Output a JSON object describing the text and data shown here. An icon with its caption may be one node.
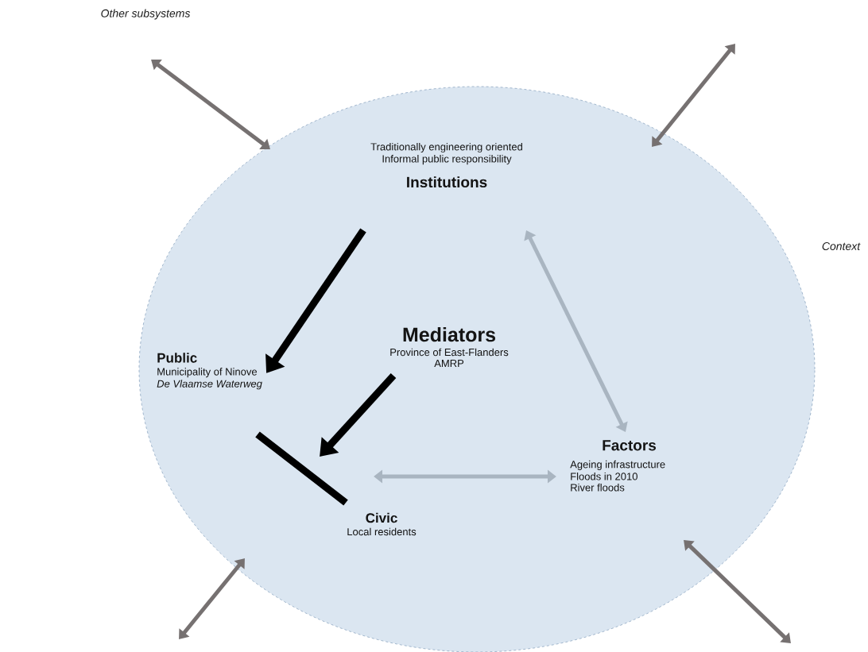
{
  "diagram": {
    "nodes": [
      {
        "text": [],
        "shape": "circle"
      },
      {
        "text": [
          "Traditionally engineering oriented",
          "Informal public responsibility",
          "Institutions"
        ],
        "in": 0
      },
      {
        "text": [
          "Mediators",
          "Province of East-Flanders",
          "AMRP"
        ],
        "in": 0
      },
      {
        "text": [
          "Public",
          "Municipality of Ninove",
          "De Vlaamse Waterweg"
        ],
        "in": 0
      },
      {
        "text": [
          "Factors",
          "Ageing infrastructure",
          "Floods in 2010",
          "River floods"
        ],
        "in": 0
      },
      {
        "text": [
          "Civic",
          "Local residents"
        ],
        "in": 0
      }
    ],
    "edges": [
      {
        "from": 1,
        "to": 3,
        "arrow": "to",
        "style": "thick",
        "color": "#000000"
      },
      {
        "from": 3,
        "to": 5,
        "arrow": "none",
        "style": "thick",
        "color": "#000000"
      },
      {
        "from": 2,
        "to": null,
        "arrow": "to",
        "style": "thick",
        "color": "#000000"
      },
      {
        "from": 1,
        "to": 4,
        "arrow": "both",
        "color": "#a9b5c1"
      },
      {
        "from": null,
        "to": 4,
        "arrow": "both",
        "color": "#a9b5c1"
      },
      {
        "from": null,
        "to": 0,
        "arrow": "both",
        "color": "#767171"
      },
      {
        "from": null,
        "to": 0,
        "arrow": "both",
        "color": "#767171"
      },
      {
        "from": null,
        "to": 0,
        "arrow": "both",
        "color": "#767171"
      },
      {
        "from": null,
        "to": 0,
        "arrow": "both",
        "color": "#767171"
      }
    ],
    "labels": [
      "Other subsystems",
      "Context"
    ]
  }
}
